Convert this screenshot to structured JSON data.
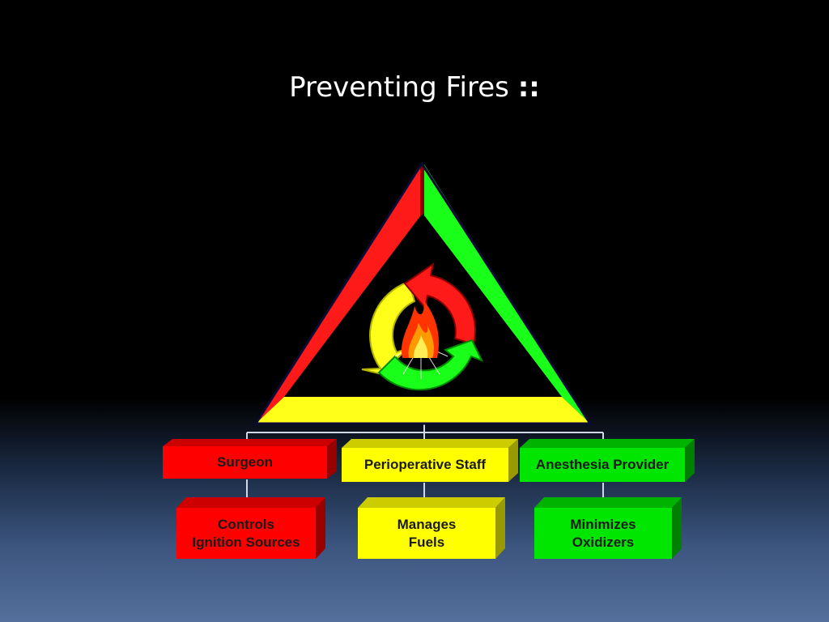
{
  "slide": {
    "title": "Preventing Fires",
    "title_mark": "::"
  },
  "colors": {
    "red": "#ff0000",
    "yellow": "#ffff00",
    "green": "#00e600",
    "background_top": "#000000",
    "background_bottom": "#56709d"
  },
  "roles": [
    {
      "label": "Surgeon",
      "color": "red"
    },
    {
      "label": "Perioperative Staff",
      "color": "yellow"
    },
    {
      "label": "Anesthesia Provider",
      "color": "green"
    }
  ],
  "duties": [
    {
      "line1": "Controls",
      "line2": "Ignition Sources",
      "color": "red"
    },
    {
      "line1": "Manages",
      "line2": "Fuels",
      "color": "yellow"
    },
    {
      "line1": "Minimizes",
      "line2": "Oxidizers",
      "color": "green"
    }
  ],
  "icons": {
    "center": "fire-cycle-icon"
  }
}
